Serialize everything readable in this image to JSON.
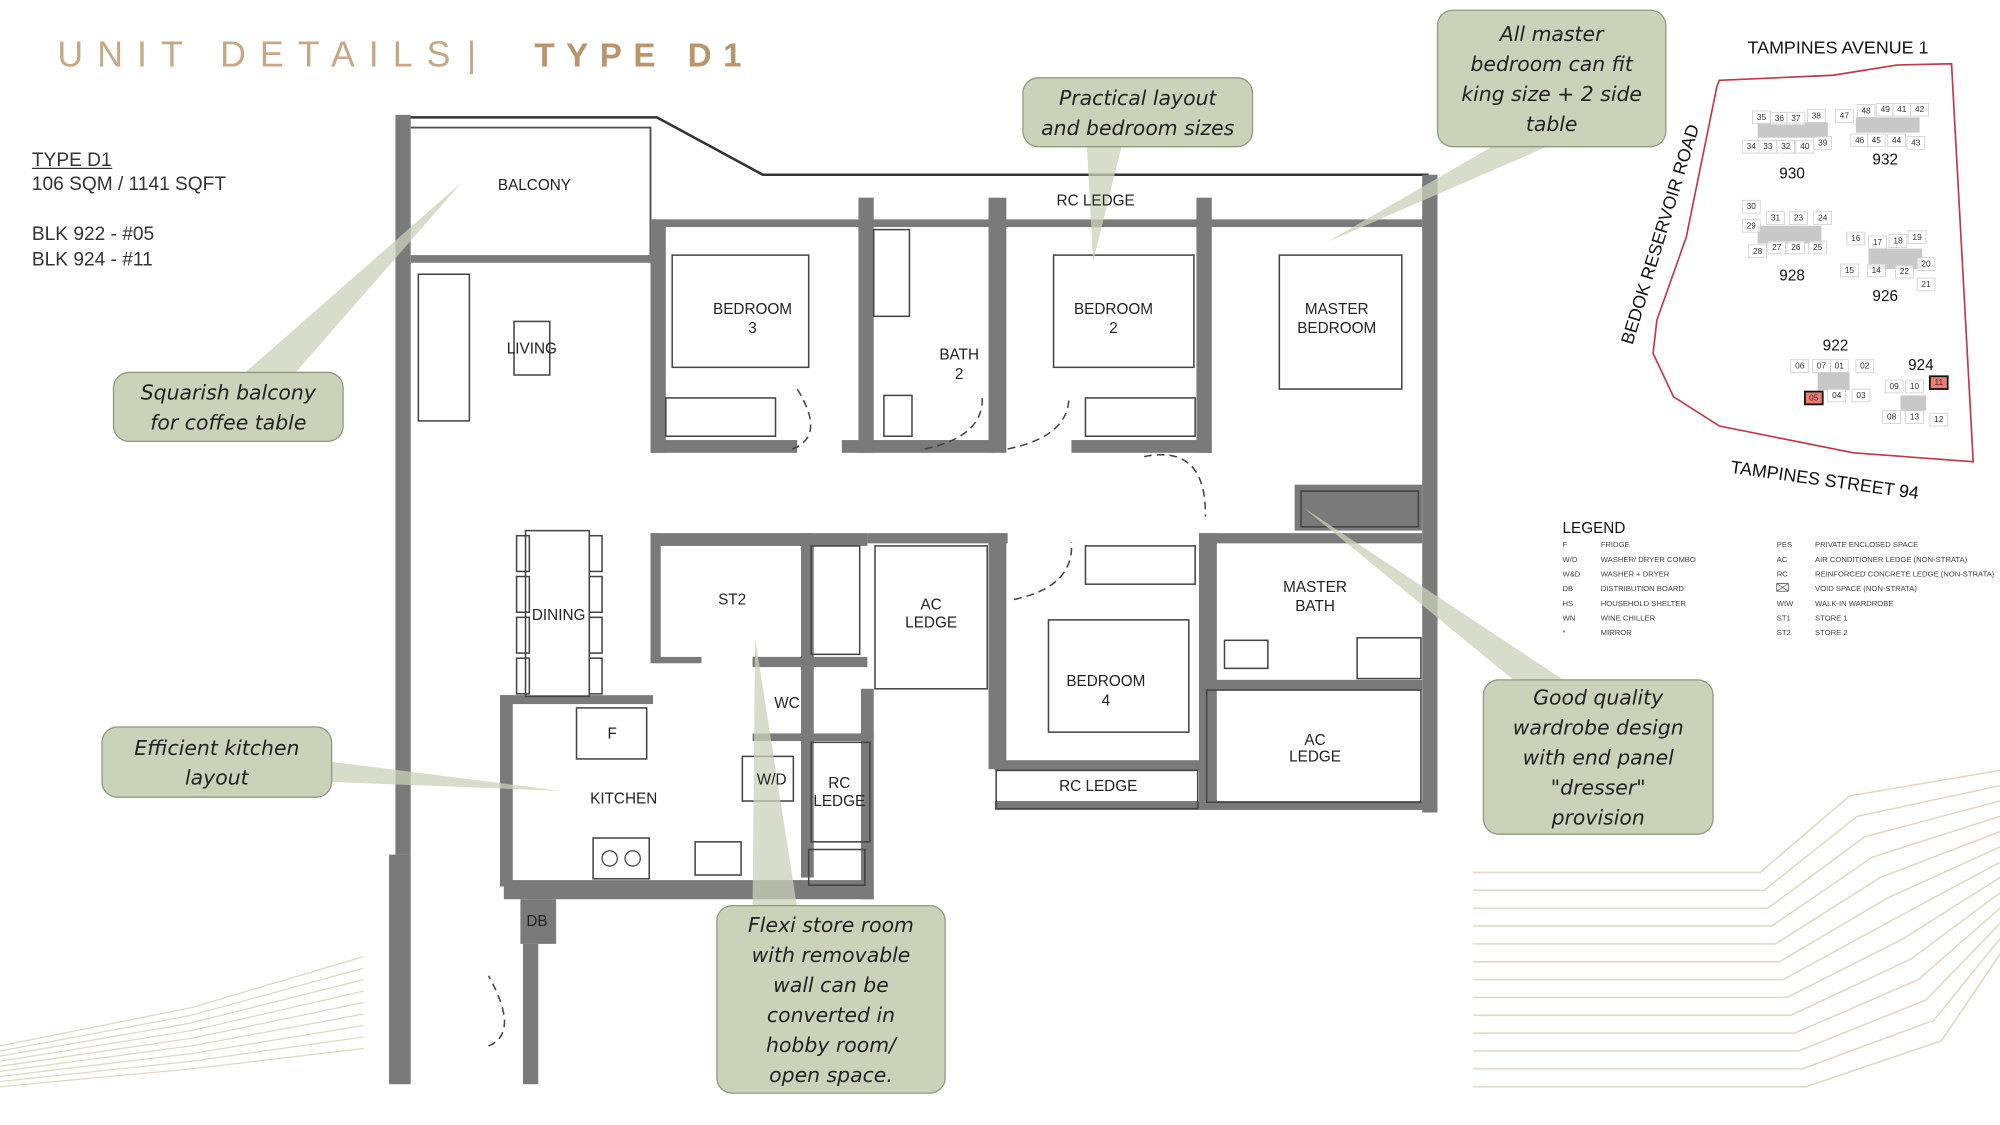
{
  "header": {
    "title_left": "UNIT DETAILS",
    "separator": "|",
    "title_right": "TYPE D1"
  },
  "unit_info": {
    "type": "TYPE D1",
    "area": "106 SQM / 1141 SQFT",
    "blocks": [
      "BLK 922 - #05",
      "BLK 924 - #11"
    ]
  },
  "rooms": {
    "balcony": "BALCONY",
    "living": "LIVING",
    "bedroom3": [
      "BEDROOM",
      "3"
    ],
    "bath2": [
      "BATH",
      "2"
    ],
    "bedroom2": [
      "BEDROOM",
      "2"
    ],
    "master_bedroom": [
      "MASTER",
      "BEDROOM"
    ],
    "rc_ledge_top": "RC LEDGE",
    "dining": "DINING",
    "st2": "ST2",
    "ac_ledge_mid": [
      "AC",
      "LEDGE"
    ],
    "master_bath": [
      "MASTER",
      "BATH"
    ],
    "bedroom4": [
      "BEDROOM",
      "4"
    ],
    "wc": "WC",
    "fridge": "F",
    "kitchen": "KITCHEN",
    "wd": "W/D",
    "rc_ledge_kitchen": [
      "RC",
      "LEDGE"
    ],
    "rc_ledge_bottom": "RC LEDGE",
    "ac_ledge_bottom": [
      "AC",
      "LEDGE"
    ],
    "db": "DB"
  },
  "callouts": [
    {
      "id": "master",
      "lines": [
        "All master",
        "bedroom can fit",
        "king size + 2 side",
        "table"
      ]
    },
    {
      "id": "practical",
      "lines": [
        "Practical layout",
        "and bedroom sizes"
      ]
    },
    {
      "id": "balcony",
      "lines": [
        "Squarish balcony",
        "for coffee table"
      ]
    },
    {
      "id": "kitchen",
      "lines": [
        "Efficient kitchen",
        "layout"
      ]
    },
    {
      "id": "flexi",
      "lines": [
        "Flexi store room",
        "with removable",
        "wall can be",
        "converted in",
        "hobby room/",
        "open space."
      ]
    },
    {
      "id": "wardrobe",
      "lines": [
        "Good quality",
        "wardrobe design",
        "with end panel",
        "\"dresser\"",
        "provision"
      ]
    }
  ],
  "site_plan": {
    "roads": {
      "north": "TAMPINES AVENUE 1",
      "west": "BEDOK RESERVOIR ROAD",
      "south": "TAMPINES STREET 94"
    },
    "blocks": [
      {
        "name": "930",
        "units": [
          "35",
          "36",
          "37",
          "38",
          "34",
          "33",
          "32",
          "40",
          "39"
        ]
      },
      {
        "name": "932",
        "units": [
          "47",
          "48",
          "49",
          "41",
          "42",
          "46",
          "45",
          "44",
          "43"
        ]
      },
      {
        "name": "928",
        "units": [
          "30",
          "29",
          "31",
          "23",
          "24",
          "28",
          "27",
          "26",
          "25"
        ]
      },
      {
        "name": "926",
        "units": [
          "16",
          "17",
          "18",
          "19",
          "15",
          "14",
          "22",
          "20",
          "21"
        ]
      },
      {
        "name": "922",
        "units": [
          "06",
          "07",
          "01",
          "02",
          "05",
          "04",
          "03"
        ]
      },
      {
        "name": "924",
        "units": [
          "09",
          "10",
          "11",
          "08",
          "13",
          "12"
        ]
      }
    ],
    "highlighted_units": [
      "05",
      "11"
    ],
    "highlight_color": "#f07b72",
    "boundary_color": "#c0394a"
  },
  "legend": {
    "title": "LEGEND",
    "left": [
      [
        "F",
        "FRIDGE"
      ],
      [
        "W/D",
        "WASHER/ DRYER COMBO"
      ],
      [
        "W&D",
        "WASHER + DRYER"
      ],
      [
        "DB",
        "DISTRIBUTION BOARD"
      ],
      [
        "HS",
        "HOUSEHOLD SHELTER"
      ],
      [
        "WN",
        "WINE CHILLER"
      ],
      [
        "*",
        "MIRROR"
      ]
    ],
    "right": [
      [
        "PES",
        "PRIVATE ENCLOSED SPACE"
      ],
      [
        "AC",
        "AIR CONDITIONER LEDGE (NON-STRATA)"
      ],
      [
        "RC",
        "REINFORCED CONCRETE LEDGE (NON-STRATA)"
      ],
      [
        "",
        "VOID SPACE (NON-STRATA)"
      ],
      [
        "WIW",
        "WALK-IN WARDROBE"
      ],
      [
        "ST1",
        "STORE 1"
      ],
      [
        "ST2",
        "STORE 2"
      ]
    ]
  },
  "colors": {
    "title": "#c6a888",
    "title_bold": "#b8956d",
    "callout_fill": "#cbd2ba",
    "callout_stroke": "#8e9a7c",
    "wall": "#7a7a7a",
    "deco": "#e3d6c6"
  }
}
